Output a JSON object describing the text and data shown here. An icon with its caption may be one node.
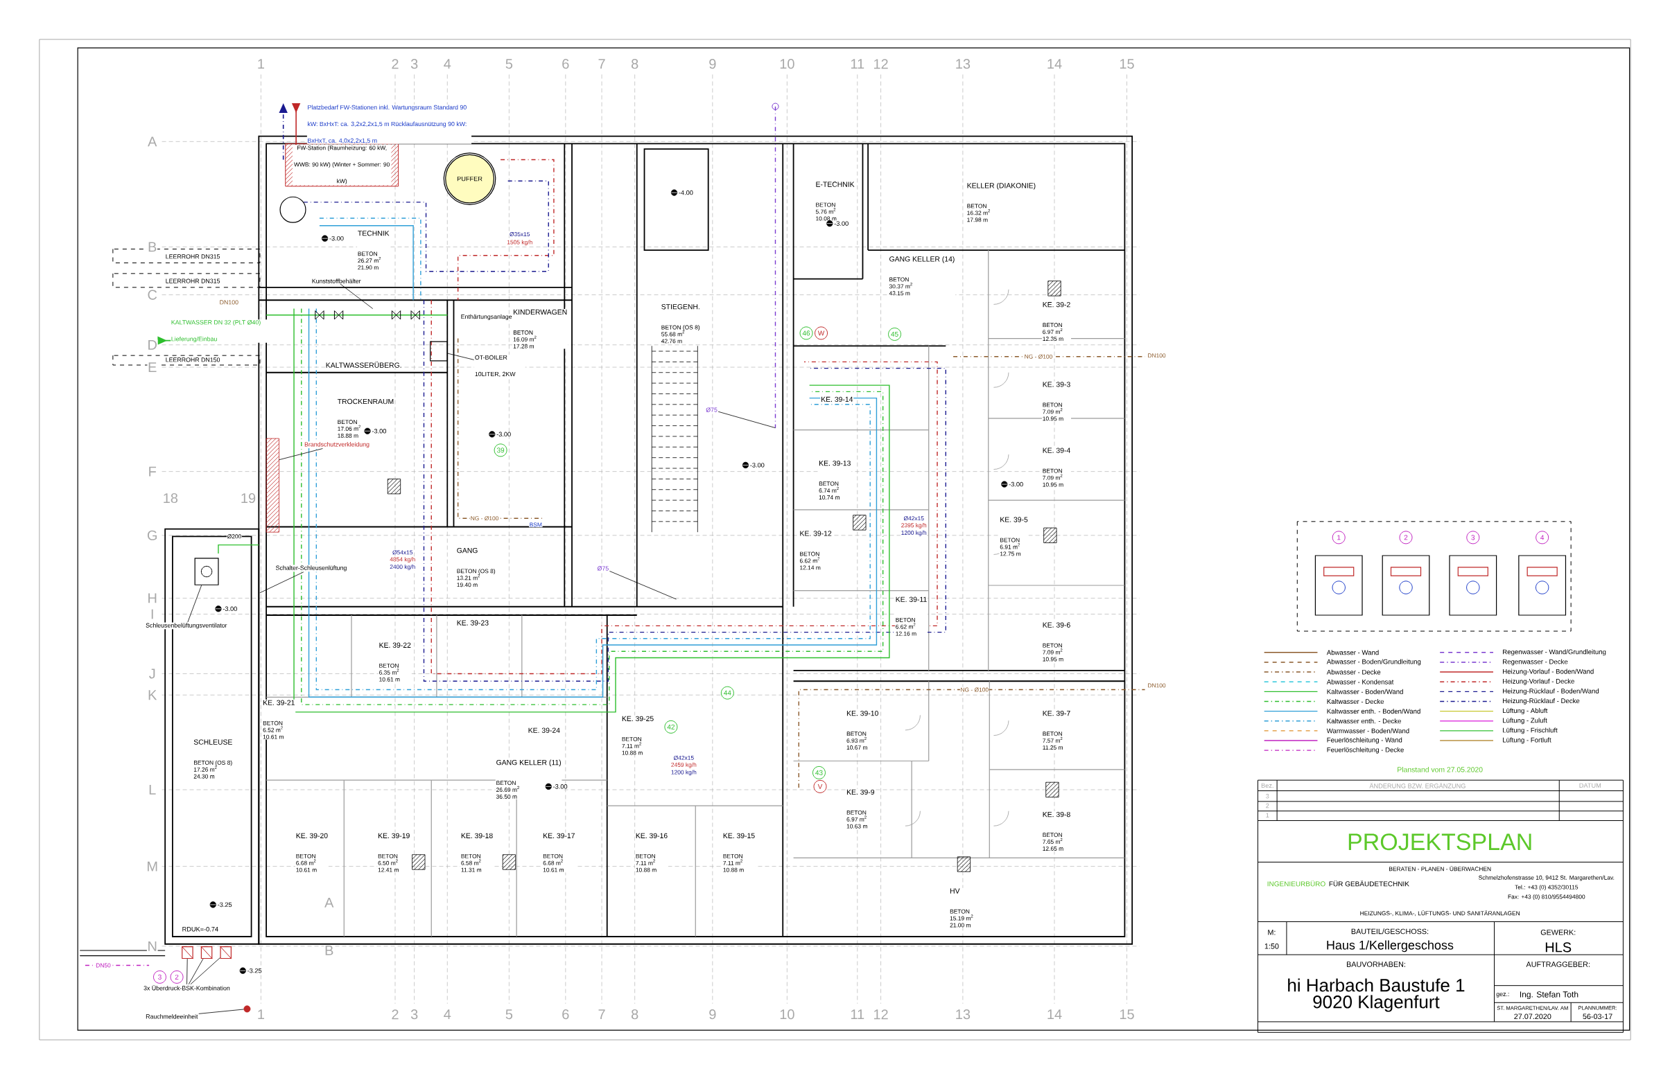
{
  "diagram": {
    "title": "PROJEKTSPLAN",
    "nodes": [
      {
        "text": [
          "FW-Station (Raumheizung: 60 kW, WWB: 90 kW) (Winter + Sommer: 90 kW)"
        ]
      },
      {
        "text": [
          "PUFFER"
        ]
      },
      {
        "text": [
          "TECHNIK",
          "BETON 26.27 m$^{2}$ 21.90 m"
        ]
      },
      {
        "text": [
          "Kunststoffbehälter"
        ]
      },
      {
        "text": [
          "KALTWASSERÜBERG."
        ]
      },
      {
        "text": [
          "OT-BOILER 10LITER, 2KW"
        ]
      },
      {
        "text": [
          "KINDERWAGEN",
          "BETON 16.09 m$^{2}$ 17.28 m"
        ]
      },
      {
        "text": [
          "TROCKENRAUM",
          "BETON 17.06 m$^{2}$ 18.88 m"
        ]
      },
      {
        "text": [
          "Brandschutzverkleidung"
        ]
      },
      {
        "text": [
          "STIEGENH.",
          "BETON (OS 8) 55.68 m$^{2}$ 42.76 m"
        ]
      },
      {
        "text": [
          "E-TECHNIK",
          "BETON 5.76 m$^{2}$ 10.08 m"
        ]
      },
      {
        "text": [
          "KELLER (DIAKONIE)",
          "BETON 16.32 m$^{2}$ 17.98 m"
        ]
      },
      {
        "text": [
          "GANG KELLER (14)",
          "BETON 30.37 m$^{2}$ 43.15 m"
        ]
      },
      {
        "text": [
          "KE. 39-2",
          "BETON 6.97 m$^{2}$ 12.35 m"
        ]
      },
      {
        "text": [
          "KE. 39-14"
        ]
      },
      {
        "text": [
          "KE. 39-3",
          "BETON 7.09 m$^{2}$ 10.95 m"
        ]
      },
      {
        "text": [
          "Ø75"
        ]
      },
      {
        "text": [
          "KE. 39-13",
          "BETON 6.74 m$^{2}$ 10.74 m"
        ]
      },
      {
        "text": [
          "KE. 39-4",
          "BETON 7.09 m$^{2}$ 10.95 m"
        ]
      },
      {
        "text": [
          "KE. 39-5",
          "BETON 6.91 m$^{2}$ 12.75 m"
        ]
      },
      {
        "text": [
          "KE. 39-12",
          "BETON 6.62 m$^{2}$ 12.14 m"
        ]
      },
      {
        "text": [
          "GANG",
          "BETON (OS 8) 13.21 m$^{2}$ 19.40 m"
        ]
      },
      {
        "text": [
          "Schalter-Schleusenlüftung"
        ]
      },
      {
        "text": [
          "Ø75"
        ]
      },
      {
        "text": [
          "KE. 39-11",
          "BETON 6.62 m$^{2}$ 12.16 m"
        ]
      },
      {
        "text": [
          "KE. 39-23"
        ]
      },
      {
        "text": [
          "Schleusenbelüftungsventilator"
        ]
      },
      {
        "text": [
          "KE. 39-6",
          "BETON 7.09 m$^{2}$ 10.95 m"
        ]
      },
      {
        "text": [
          "KE. 39-22",
          "BETON 6.35 m$^{2}$ 10.61 m"
        ]
      },
      {
        "text": [
          "KE. 39-21",
          "BETON 6.52 m$^{2}$ 10.61 m"
        ]
      },
      {
        "text": [
          "KE. 39-24"
        ]
      },
      {
        "text": [
          "KE. 39-25",
          "BETON 7.11 m$^{2}$ 10.88 m"
        ]
      },
      {
        "text": [
          "KE. 39-10",
          "BETON 6.93 m$^{2}$ 10.67 m"
        ]
      },
      {
        "text": [
          "KE. 39-7",
          "BETON 7.57 m$^{2}$ 11.25 m"
        ]
      },
      {
        "text": [
          "SCHLEUSE",
          "BETON (OS 8) 17.26 m$^{2}$ 24.30 m"
        ]
      },
      {
        "text": [
          "GANG KELLER (11)",
          "BETON 26.69 m$^{2}$ 36.50 m"
        ]
      },
      {
        "text": [
          "KE. 39-9",
          "BETON 6.97 m$^{2}$ 10.63 m"
        ]
      },
      {
        "text": [
          "KE. 39-8",
          "BETON 7.65 m$^{2}$ 12.65 m"
        ]
      },
      {
        "text": [
          "KE. 39-20",
          "BETON 6.68 m$^{2}$ 10.61 m"
        ]
      },
      {
        "text": [
          "KE. 39-19",
          "BETON 6.50 m$^{2}$ 12.41 m"
        ]
      },
      {
        "text": [
          "KE. 39-18",
          "BETON 6.58 m$^{2}$ 11.31 m"
        ]
      },
      {
        "text": [
          "KE. 39-17",
          "BETON 6.68 m$^{2}$ 10.61 m"
        ]
      },
      {
        "text": [
          "KE. 39-16",
          "BETON 7.11 m$^{2}$ 10.88 m"
        ]
      },
      {
        "text": [
          "KE. 39-15",
          "BETON 7.11 m$^{2}$ 10.88 m"
        ]
      },
      {
        "text": [
          "HV",
          "BETON 15.19 m$^{2}$ 21.00 m"
        ]
      },
      {
        "text": [
          "3x Überdruck-BSK-Kombination"
        ]
      },
      {
        "text": [
          "Rauchmeldeeinheit"
        ]
      },
      {
        "text": [],
        "shape": "box"
      },
      {
        "text": [],
        "shape": "box"
      },
      {
        "text": [],
        "shape": "box"
      },
      {
        "text": [],
        "shape": "box"
      },
      {
        "text": [],
        "shape": "box"
      },
      {
        "text": [],
        "shape": "circle"
      }
    ],
    "edges": [
      {
        "from": 3,
        "to": null,
        "arrow": "none"
      },
      {
        "from": 5,
        "to": 47,
        "arrow": "none"
      },
      {
        "from": 8,
        "to": null,
        "arrow": "none"
      },
      {
        "from": 16,
        "to": null,
        "arrow": "none"
      },
      {
        "from": 23,
        "to": null,
        "arrow": "none"
      },
      {
        "from": 22,
        "to": null,
        "arrow": "none"
      },
      {
        "from": 26,
        "to": 48,
        "arrow": "none"
      },
      {
        "from": 45,
        "to": 49,
        "arrow": "none"
      },
      {
        "from": 45,
        "to": 50,
        "arrow": "none"
      },
      {
        "from": 45,
        "to": 51,
        "arrow": "none"
      },
      {
        "from": 46,
        "to": 52,
        "arrow": "none"
      }
    ],
    "labels": [
      "1",
      "2",
      "3",
      "4",
      "5",
      "6",
      "7",
      "8",
      "9",
      "10",
      "11",
      "12",
      "13",
      "14",
      "15",
      "18",
      "19",
      "A",
      "B",
      "C",
      "D",
      "E",
      "F",
      "G",
      "H",
      "I",
      "J",
      "K",
      "L",
      "M",
      "N",
      "A",
      "B",
      "1",
      "2",
      "3",
      "4",
      "5",
      "6",
      "7",
      "8",
      "9",
      "10",
      "11",
      "12",
      "13",
      "14",
      "15",
      "Platzbedarf FW-Stationen inkl. Wartungsraum Standard 90 kW: BxHxT: ca. 3,2x2,2x1,5 m Rücklaufausnützung 90 kW: BxHxT, ca. 4,0x2,2x1,5 m",
      "LEERROHR DN315",
      "LEERROHR DN315",
      "DN100",
      "KALTWASSER DN 32 (PLT Ø40) Lieferung/Einbau",
      "LEERROHR DN150",
      "Ø35x15",
      "1505 kg/h",
      "-4.00",
      "-3.00",
      "-3.00",
      "-3.00",
      "-3.00",
      "-3.00",
      "-3.00",
      "-3.00",
      "-3.00",
      "-3.25",
      "RDUK=-0.74",
      "-3.25",
      "46",
      "W",
      "45",
      "39",
      "44",
      "42",
      "43",
      "V",
      "3",
      "2",
      "NG - Ø100",
      "NG - Ø100",
      "NG - Ø100",
      "DN100",
      "DN100",
      "DN50",
      "Ø200",
      "BSM",
      "Ø54x15",
      "4854 kg/h",
      "2400 kg/h",
      "Ø42x15",
      "2459 kg/h",
      "1200 kg/h",
      "Ø42x15",
      "2395 kg/h",
      "1200 kg/h",
      "1",
      "2",
      "3",
      "4",
      "Planstand vom 27.05.2020",
      "Bez.",
      "ÄNDERUNG BZW. ERGÄNZUNG",
      "DATUM",
      "3",
      "2",
      "1",
      "BERATEN - PLANEN - ÜBERWACHEN",
      "INGENIEURBÜRO",
      "FÜR GEBÄUDETECHNIK",
      "Schmelzhofenstrasse 10, 9412 St. Margarethen/Lav.",
      "Tel.: +43 (0) 4352/30115",
      "Fax: +43 (0) 810/9554494800",
      "HEIZUNGS-, KLIMA-, LÜFTUNGS- UND SANITÄRANLAGEN",
      "M:",
      "1:50",
      "BAUTEIL/GESCHOSS:",
      "Haus 1/Kellergeschoss",
      "GEWERK:",
      "HLS",
      "BAUVORHABEN:",
      "hi Harbach Baustufe 1 9020 Klagenfurt",
      "AUFTRAGGEBER:",
      "gez.:",
      "Ing. Stefan Toth",
      "ST. MARGARETHEN/LAV. AM",
      "27.07.2020",
      "PLANNUMMER:",
      "56-03-17",
      "Enthärtungsanlage"
    ],
    "legend": [
      {
        "text": "Abwasser - Wand"
      },
      {
        "text": "Abwasser - Boden/Grundleitung"
      },
      {
        "text": "Abwasser - Decke"
      },
      {
        "text": "Abwasser - Kondensat"
      },
      {
        "text": "Kaltwasser - Boden/Wand"
      },
      {
        "text": "Kaltwasser - Decke"
      },
      {
        "text": "Kaltwasser enth. - Boden/Wand"
      },
      {
        "text": "Kaltwasser enth. - Decke"
      },
      {
        "text": "Warmwasser - Boden/Wand"
      },
      {
        "text": "Feuerlöschleitung - Wand"
      },
      {
        "text": "Feuerlöschleitung - Decke"
      },
      {
        "text": "Regenwasser - Wand/Grundleitung"
      },
      {
        "text": "Regenwasser - Decke"
      },
      {
        "text": "Heizung-Vorlauf - Boden/Wand"
      },
      {
        "text": "Heizung-Vorlauf - Decke"
      },
      {
        "text": "Heizung-Rücklauf - Boden/Wand"
      },
      {
        "text": "Heizung-Rücklauf - Decke"
      },
      {
        "text": "Lüftung - Abluft"
      },
      {
        "text": "Lüftung - Zuluft"
      },
      {
        "text": "Lüftung - Frischluft"
      },
      {
        "text": "Lüftung - Fortluft"
      }
    ]
  }
}
